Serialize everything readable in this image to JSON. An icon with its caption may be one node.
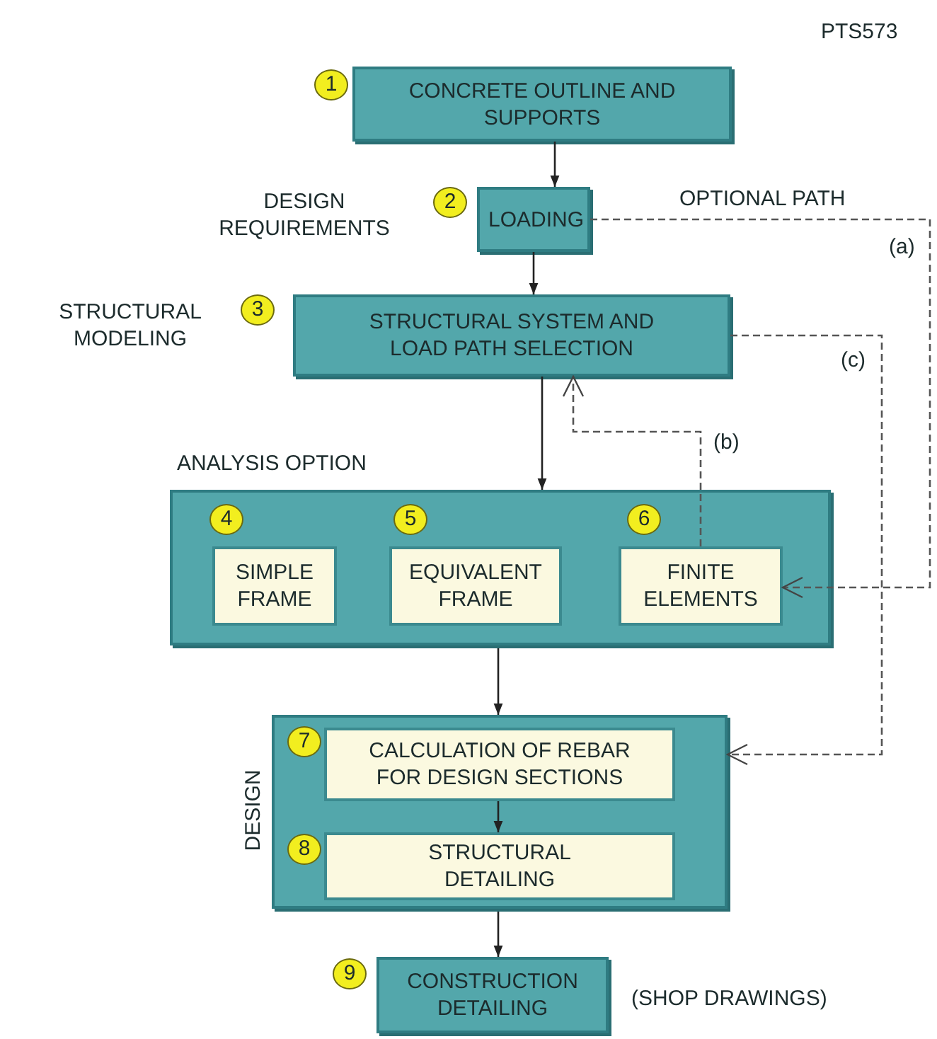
{
  "diagram": {
    "nodes": [
      {
        "text": [
          "CONCRETE OUTLINE AND SUPPORTS"
        ],
        "beside": [
          "1"
        ]
      },
      {
        "text": [
          "LOADING"
        ],
        "beside": [
          "2"
        ]
      },
      {
        "text": [
          "STRUCTURAL SYSTEM AND LOAD PATH SELECTION"
        ],
        "beside": [
          "3"
        ]
      },
      {
        "text": [
          "ANALYSIS OPTION"
        ]
      },
      {
        "text": [
          "SIMPLE FRAME"
        ],
        "beside": [
          "4"
        ],
        "in": 3
      },
      {
        "text": [
          "EQUIVALENT FRAME"
        ],
        "beside": [
          "5"
        ],
        "in": 3
      },
      {
        "text": [
          "FINITE ELEMENTS"
        ],
        "beside": [
          "6"
        ],
        "in": 3
      },
      {
        "text": [
          "DESIGN"
        ]
      },
      {
        "text": [
          "CALCULATION OF REBAR FOR DESIGN SECTIONS"
        ],
        "beside": [
          "7"
        ],
        "in": 7
      },
      {
        "text": [
          "STRUCTURAL DETAILING"
        ],
        "beside": [
          "8"
        ],
        "in": 7
      },
      {
        "text": [
          "CONSTRUCTION DETAILING"
        ],
        "beside": [
          "9",
          "(SHOP DRAWINGS)"
        ]
      }
    ],
    "edges": [
      {
        "from": 0,
        "to": 1,
        "arrow": "to"
      },
      {
        "from": 1,
        "to": 2,
        "arrow": "to"
      },
      {
        "from": 2,
        "to": 3,
        "arrow": "to"
      },
      {
        "from": 3,
        "to": 7,
        "arrow": "to"
      },
      {
        "from": 8,
        "to": 9,
        "arrow": "to"
      },
      {
        "from": 7,
        "to": 10,
        "arrow": "to"
      },
      {
        "from": 1,
        "to": 6,
        "arrow": "to",
        "label": "(a)",
        "style": "dashed"
      },
      {
        "from": 6,
        "to": 2,
        "arrow": "to",
        "label": "(b)",
        "style": "dashed"
      },
      {
        "from": 2,
        "to": 7,
        "arrow": "to",
        "label": "(c)",
        "style": "dashed"
      }
    ],
    "labels": [
      "PTS573",
      "DESIGN REQUIREMENTS",
      "OPTIONAL PATH",
      "STRUCTURAL MODELING"
    ]
  }
}
